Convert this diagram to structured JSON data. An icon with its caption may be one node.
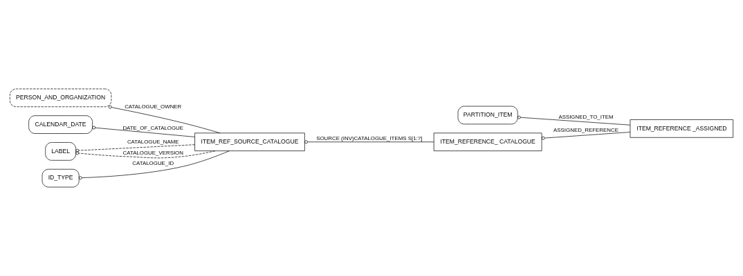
{
  "diagram": {
    "nodes": [
      {
        "text": [
          "ITEM_REFERENCE _ASSIGNED"
        ]
      },
      {
        "text": [
          "PARTITION_ITEM"
        ]
      },
      {
        "text": [
          "ITEM_REFERENCE_ CATALOGUE"
        ]
      },
      {
        "text": [
          "PERSON_AND_ORGANIZATION"
        ]
      },
      {
        "text": [
          "ITEM_REF_SOURCE_CATALOGUE"
        ]
      },
      {
        "text": [
          "CALENDAR_DATE"
        ]
      },
      {
        "text": [
          "LABEL"
        ]
      },
      {
        "text": [
          "ID_TYPE"
        ]
      }
    ],
    "edges": [
      {
        "from": 0,
        "to": 1,
        "arrow": "other",
        "label": "ASSIGNED_TO_ITEM"
      },
      {
        "from": 0,
        "to": 2,
        "arrow": "other",
        "label": "ASSIGNED_REFERENCE"
      },
      {
        "from": 2,
        "to": 4,
        "arrow": "other",
        "label": "SOURCE (INV)CATALOGUE_ITEMS S[1:?]"
      },
      {
        "from": 4,
        "to": 3,
        "arrow": "other",
        "label": "CATALOGUE_OWNER"
      },
      {
        "from": 4,
        "to": 5,
        "arrow": "other",
        "label": "DATE_OF_CATALOGUE"
      },
      {
        "from": 4,
        "to": 6,
        "arrow": "other",
        "label": "CATALOGUE_NAME",
        "style": "dashed"
      },
      {
        "from": 4,
        "to": 6,
        "arrow": "other",
        "label": "CATALOGUE_VERSION",
        "style": "dashed"
      },
      {
        "from": 4,
        "to": 7,
        "arrow": "other",
        "label": "CATALOGUE_ID"
      }
    ]
  }
}
